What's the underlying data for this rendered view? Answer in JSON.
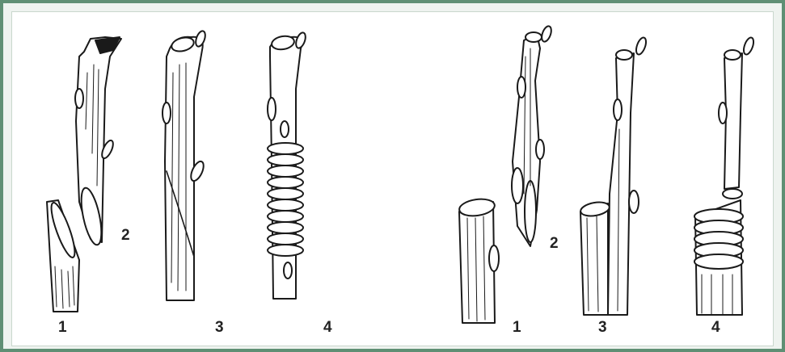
{
  "colors": {
    "border": "#5f8f74",
    "ink": "#1a1a1a",
    "background": "#ffffff"
  },
  "left_panel": {
    "labels": {
      "stock": "1",
      "scion": "2",
      "joined": "3",
      "wrapped": "4"
    }
  },
  "right_panel": {
    "labels": {
      "stock": "1",
      "scion": "2",
      "joined": "3",
      "wrapped": "4"
    }
  }
}
